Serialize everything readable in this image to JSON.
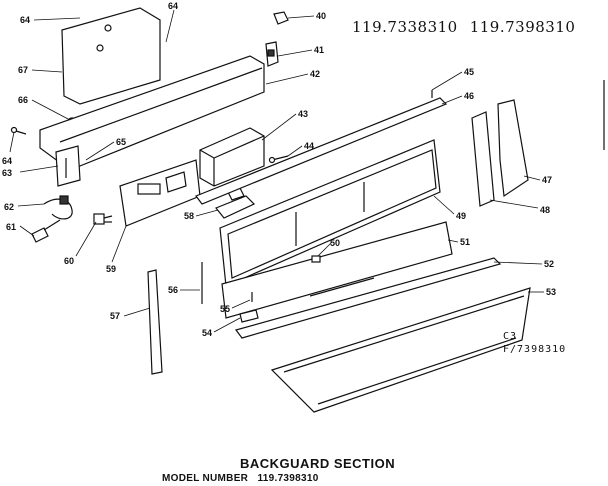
{
  "header": {
    "models": [
      "119.7338310",
      "119.7398310"
    ]
  },
  "footer": {
    "section_title": "BACKGUARD SECTION",
    "model_label": "MODEL NUMBER",
    "model_number": "119.7398310"
  },
  "diagram_code": [
    "C3",
    "F/7398310"
  ],
  "callouts": {
    "n40": "40",
    "n41": "41",
    "n42": "42",
    "n43": "43",
    "n44": "44",
    "n45": "45",
    "n46": "46",
    "n47": "47",
    "n48": "48",
    "n49": "49",
    "n50": "50",
    "n51": "51",
    "n52": "52",
    "n53": "53",
    "n54": "54",
    "n55": "55",
    "n56": "56",
    "n57": "57",
    "n58": "58",
    "n59": "59",
    "n60": "60",
    "n61": "61",
    "n62": "62",
    "n63": "63",
    "n64": "64",
    "n65": "65",
    "n66": "66",
    "n67": "67"
  }
}
